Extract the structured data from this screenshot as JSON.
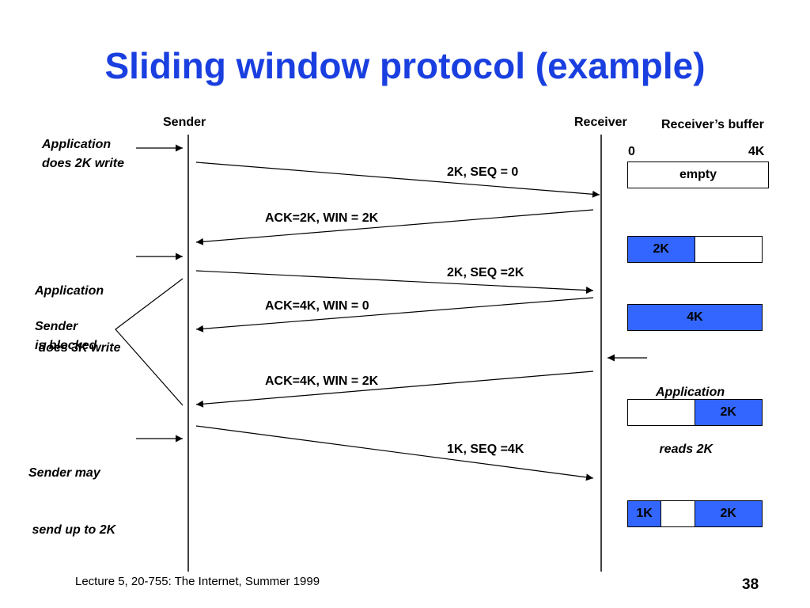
{
  "title": "Sliding window protocol (example)",
  "sender_label": "Sender",
  "receiver_label": "Receiver",
  "buffer_label": "Receiver’s buffer",
  "buffer_scale": {
    "start": "0",
    "end": "4K"
  },
  "notes": {
    "app_write_2k": [
      "Application",
      "does 2K write"
    ],
    "app_write_3k": [
      "Application",
      " does 3K write"
    ],
    "sender_blocked": [
      "Sender",
      "is blocked"
    ],
    "sender_may_send": [
      "Sender may",
      " send up to 2K"
    ],
    "app_reads_2k": [
      "Application",
      " reads 2K"
    ]
  },
  "messages": [
    {
      "label": "2K, SEQ = 0",
      "direction": "to-receiver"
    },
    {
      "label": "ACK=2K, WIN = 2K",
      "direction": "to-sender"
    },
    {
      "label": "2K, SEQ =2K",
      "direction": "to-receiver"
    },
    {
      "label": "ACK=4K, WIN = 0",
      "direction": "to-sender"
    },
    {
      "label": "ACK=4K, WIN = 2K",
      "direction": "to-sender"
    },
    {
      "label": "1K, SEQ =4K",
      "direction": "to-receiver"
    }
  ],
  "buffers": [
    {
      "segments": [
        {
          "label": "empty",
          "filled": false
        }
      ]
    },
    {
      "segments": [
        {
          "label": "2K",
          "filled": true
        },
        {
          "label": "",
          "filled": false
        }
      ]
    },
    {
      "segments": [
        {
          "label": "4K",
          "filled": true
        }
      ]
    },
    {
      "segments": [
        {
          "label": "",
          "filled": false
        },
        {
          "label": "2K",
          "filled": true
        }
      ]
    },
    {
      "segments": [
        {
          "label": "1K",
          "filled": true
        },
        {
          "label": "",
          "filled": false
        },
        {
          "label": "2K",
          "filled": true
        }
      ]
    }
  ],
  "colors": {
    "title": "#1a3fe0",
    "fill": "#3366ff",
    "line": "#000000"
  },
  "footer": "Lecture 5, 20-755: The Internet, Summer 1999",
  "page_number": "38"
}
